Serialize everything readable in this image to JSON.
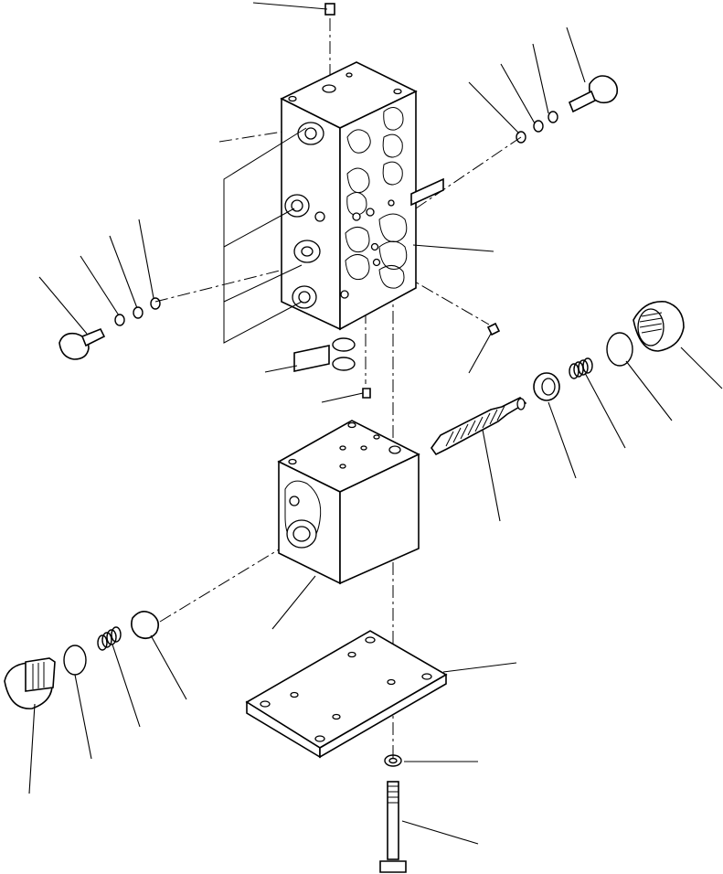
{
  "diagram": {
    "type": "exploded-parts-view",
    "colors": {
      "line": "#000000",
      "background": "#ffffff"
    },
    "parts": [
      "upper-valve-block",
      "lower-valve-block",
      "cover-plate",
      "spool",
      "plug-right",
      "plug-left",
      "spring-right",
      "spring-left",
      "spring-seat-right",
      "spring-seat-left",
      "o-ring-right",
      "o-ring-left",
      "banjo-bolt-left",
      "banjo-bolt-right",
      "top-plug",
      "side-plug",
      "bottom-plug",
      "tie-bolt",
      "washer",
      "nameplate"
    ]
  }
}
